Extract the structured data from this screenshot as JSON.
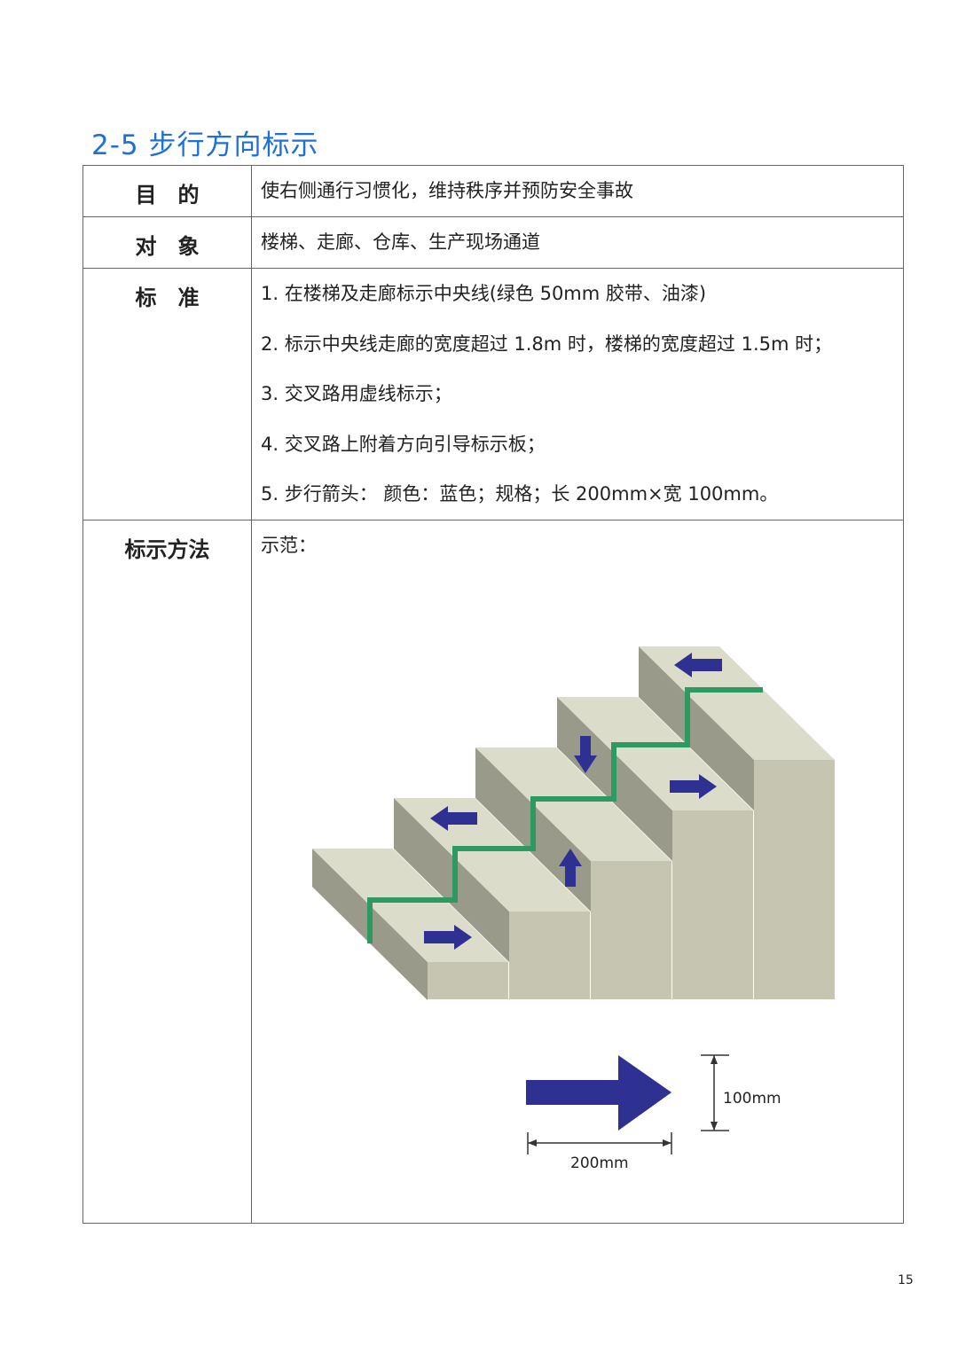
{
  "title": "2-5 步行方向标示",
  "rows": [
    {
      "label": "目　的",
      "lines": [
        "使右侧通行习惯化，维持秩序并预防安全事故"
      ]
    },
    {
      "label": "对　象",
      "lines": [
        "楼梯、走廊、仓库、生产现场通道"
      ]
    },
    {
      "label": "标　准",
      "lines": [
        "1. 在楼梯及走廊标示中央线(绿色 50mm 胶带、油漆)",
        "2. 标示中央线走廊的宽度超过 1.8m 时，楼梯的宽度超过 1.5m 时；",
        "3. 交叉路用虚线标示；",
        "4. 交叉路上附着方向引导标示板；",
        "5. 步行箭头：  颜色：蓝色；规格；长 200mm×宽 100mm。"
      ]
    },
    {
      "label": "标示方法",
      "lines": [
        "示范："
      ]
    }
  ],
  "diagram": {
    "height_label": "100mm",
    "length_label": "200mm"
  },
  "colors": {
    "title": "#1f6fd8",
    "arrow": "#2e3192",
    "center_line": "#2e9a62",
    "step_top": "#dcdccb",
    "step_side": "#9a9a8a",
    "step_front": "#c6c5b1"
  },
  "page_number": "15"
}
